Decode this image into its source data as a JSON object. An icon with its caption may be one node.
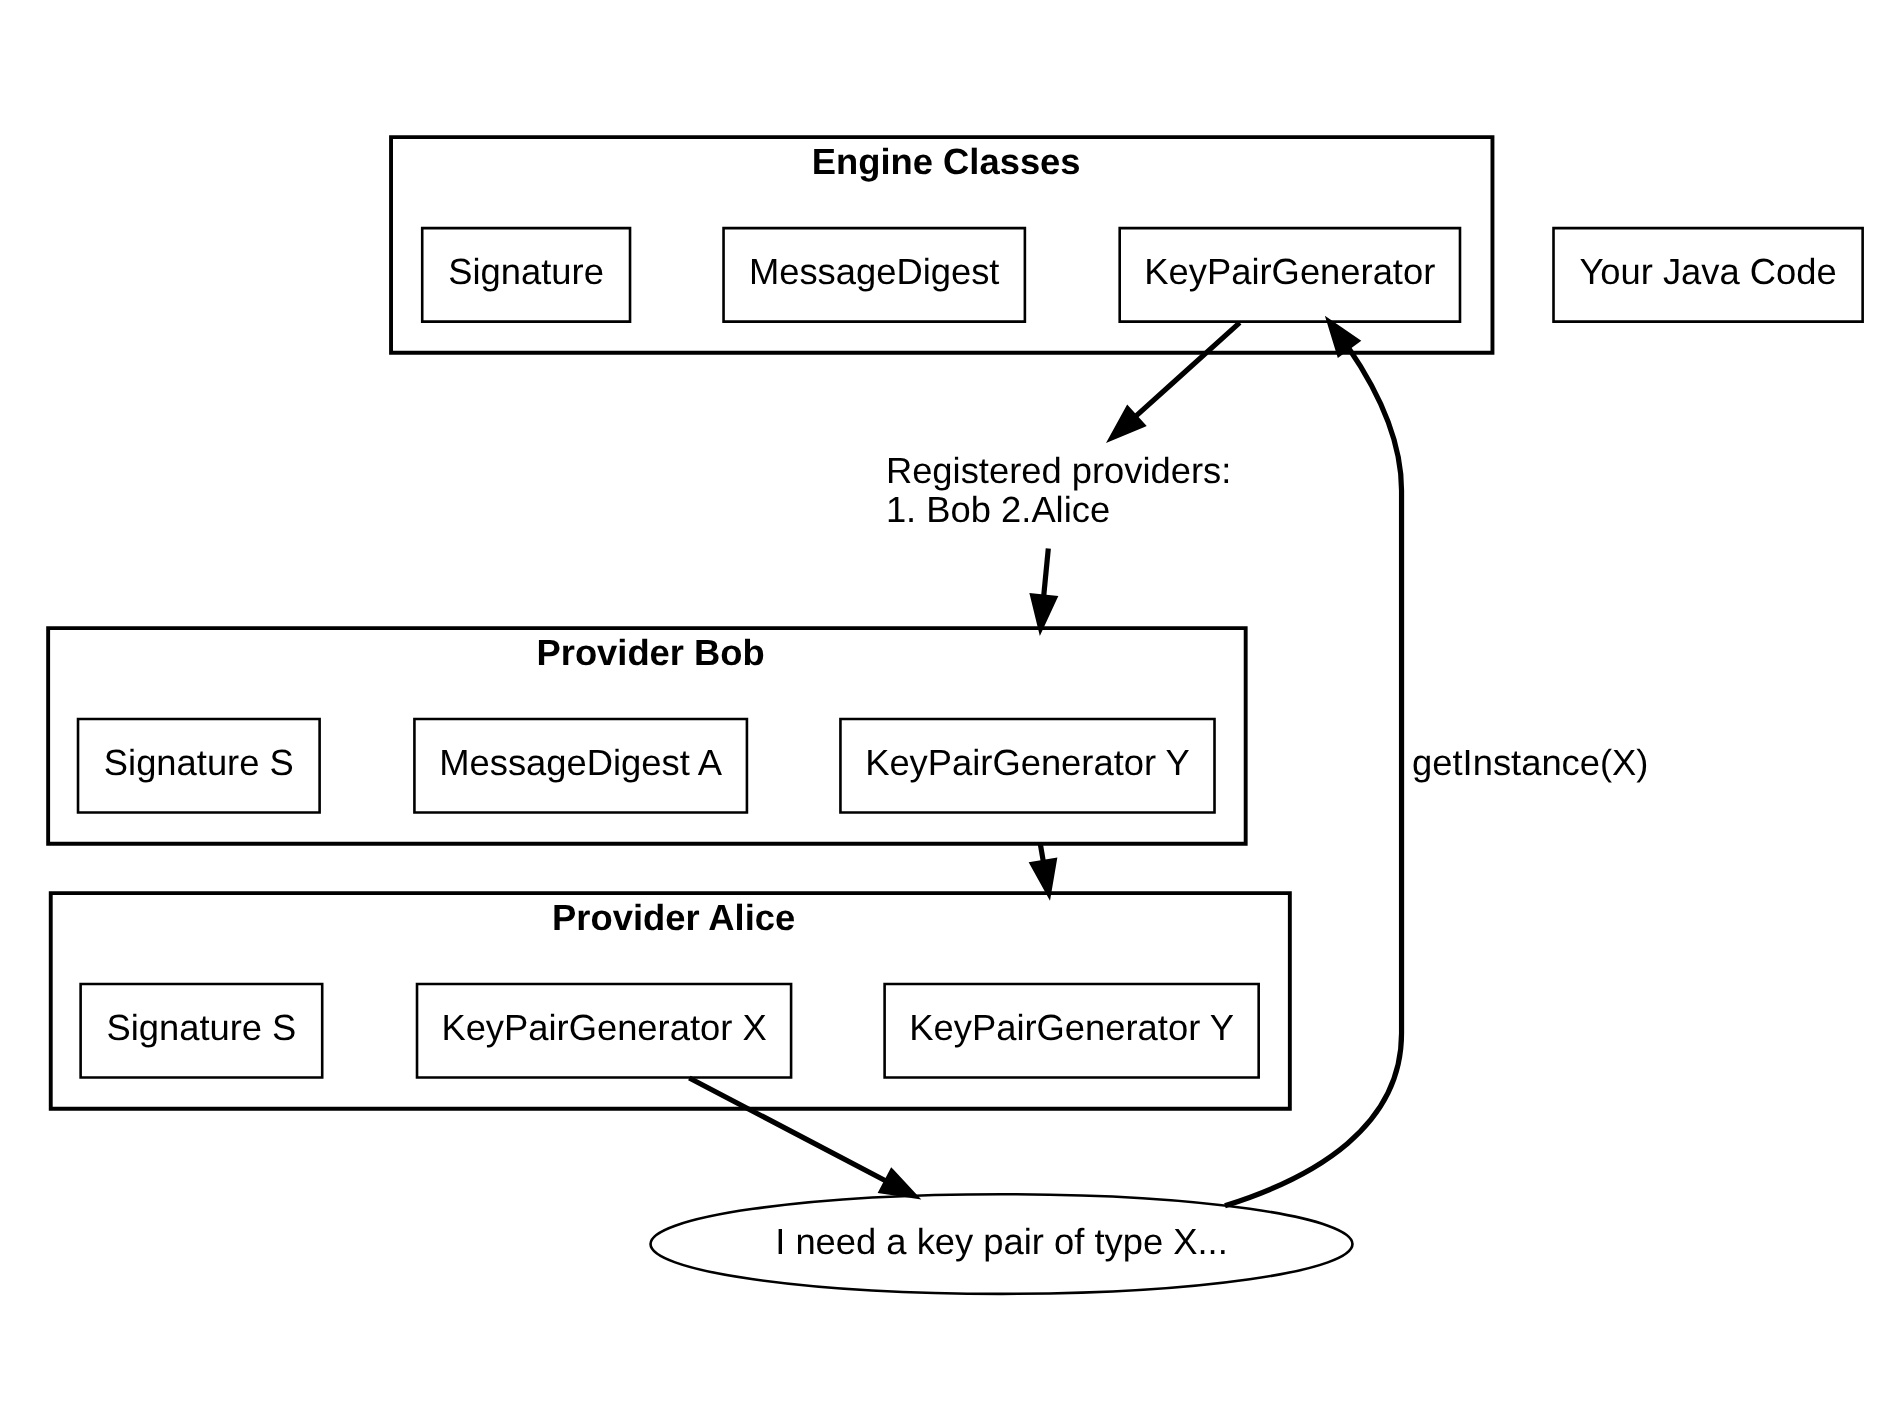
{
  "diagram": {
    "nodes": [
      {
        "text": [
          "Engine Classes"
        ]
      },
      {
        "text": [
          "KeyPairGenerator"
        ],
        "in": 0
      },
      {
        "text": [
          "MessageDigest"
        ],
        "in": 0
      },
      {
        "text": [
          "Signature"
        ],
        "in": 0
      },
      {
        "text": [
          "Registered providers:",
          "1. Bob 2.Alice"
        ]
      },
      {
        "text": [
          "Provider Bob"
        ]
      },
      {
        "text": [
          "KeyPairGenerator Y"
        ],
        "in": 5
      },
      {
        "text": [
          "MessageDigest A"
        ],
        "in": 5
      },
      {
        "text": [
          "Signature S"
        ],
        "in": 5
      },
      {
        "text": [
          "Provider Alice"
        ]
      },
      {
        "text": [
          "KeyPairGenerator Y"
        ],
        "in": 9
      },
      {
        "text": [
          "KeyPairGenerator X"
        ],
        "in": 9
      },
      {
        "text": [
          "Signature S"
        ],
        "in": 9
      },
      {
        "text": [
          "I need a key pair of type X..."
        ]
      },
      {
        "text": [
          "Your Java Code"
        ]
      }
    ],
    "edges": [
      {
        "from": 1,
        "to": 4,
        "arrow": "to"
      },
      {
        "from": 4,
        "to": 5,
        "arrow": "to"
      },
      {
        "from": 5,
        "to": 9,
        "arrow": "to"
      },
      {
        "from": 11,
        "to": 13,
        "arrow": "to"
      },
      {
        "from": 13,
        "to": 1,
        "arrow": "to",
        "label": "getInstance(X)"
      }
    ]
  }
}
